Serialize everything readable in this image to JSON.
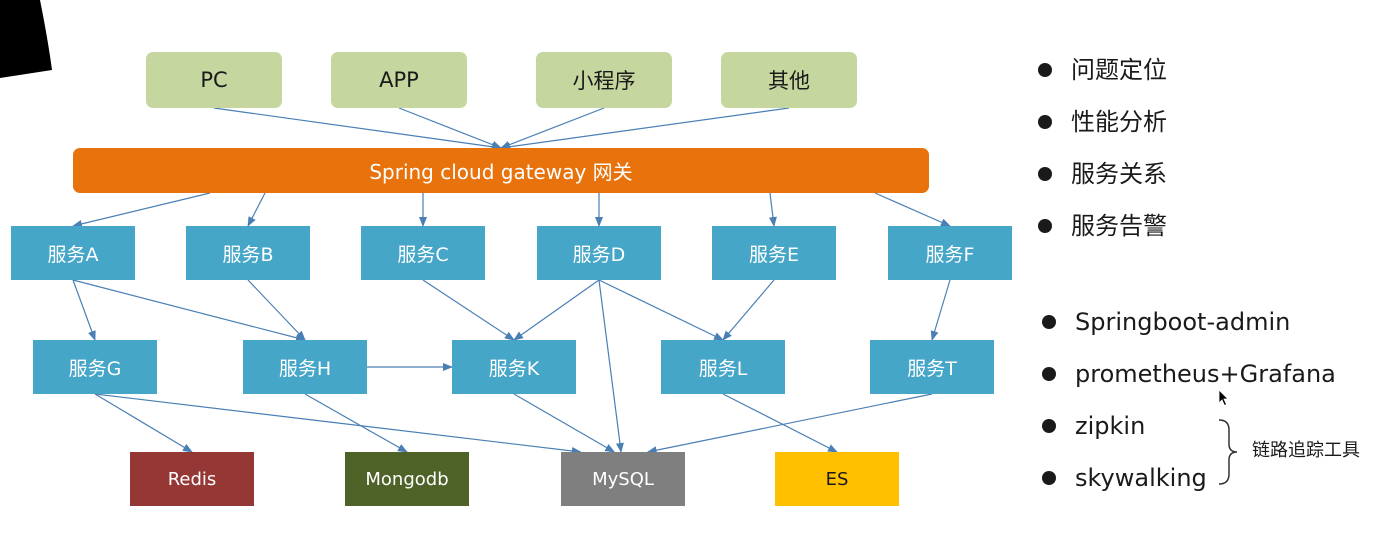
{
  "clients": [
    {
      "id": "pc",
      "label": "PC"
    },
    {
      "id": "app",
      "label": "APP"
    },
    {
      "id": "miniprogram",
      "label": "小程序"
    },
    {
      "id": "other",
      "label": "其他"
    }
  ],
  "gateway": {
    "label": "Spring cloud gateway 网关"
  },
  "services_top": [
    {
      "id": "a",
      "label": "服务A"
    },
    {
      "id": "b",
      "label": "服务B"
    },
    {
      "id": "c",
      "label": "服务C"
    },
    {
      "id": "d",
      "label": "服务D"
    },
    {
      "id": "e",
      "label": "服务E"
    },
    {
      "id": "f",
      "label": "服务F"
    }
  ],
  "services_mid": [
    {
      "id": "g",
      "label": "服务G"
    },
    {
      "id": "h",
      "label": "服务H"
    },
    {
      "id": "k",
      "label": "服务K"
    },
    {
      "id": "l",
      "label": "服务L"
    },
    {
      "id": "t",
      "label": "服务T"
    }
  ],
  "stores": [
    {
      "id": "redis",
      "label": "Redis",
      "color": "#953735"
    },
    {
      "id": "mongodb",
      "label": "Mongodb",
      "color": "#4f6228"
    },
    {
      "id": "mysql",
      "label": "MySQL",
      "color": "#7f7f7f"
    },
    {
      "id": "es",
      "label": "ES",
      "color": "#ffc000"
    }
  ],
  "colors": {
    "client": "#c5d79f",
    "gateway": "#e8720c",
    "service": "#46a6c8",
    "edge": "#4a7fb5"
  },
  "edges": [
    [
      "pc",
      "gateway"
    ],
    [
      "app",
      "gateway"
    ],
    [
      "miniprogram",
      "gateway"
    ],
    [
      "other",
      "gateway"
    ],
    [
      "gateway",
      "a"
    ],
    [
      "gateway",
      "b"
    ],
    [
      "gateway",
      "c"
    ],
    [
      "gateway",
      "d"
    ],
    [
      "gateway",
      "e"
    ],
    [
      "gateway",
      "f"
    ],
    [
      "a",
      "g"
    ],
    [
      "a",
      "h"
    ],
    [
      "b",
      "h"
    ],
    [
      "c",
      "k"
    ],
    [
      "d",
      "k"
    ],
    [
      "d",
      "l"
    ],
    [
      "d",
      "mysql"
    ],
    [
      "e",
      "l"
    ],
    [
      "f",
      "t"
    ],
    [
      "h",
      "k"
    ],
    [
      "g",
      "redis"
    ],
    [
      "g",
      "mysql"
    ],
    [
      "h",
      "mongodb"
    ],
    [
      "k",
      "mysql"
    ],
    [
      "l",
      "es"
    ],
    [
      "t",
      "mysql"
    ]
  ],
  "concerns": [
    "问题定位",
    "性能分析",
    "服务关系",
    "服务告警"
  ],
  "tools": [
    "Springboot-admin",
    "prometheus+Grafana",
    "zipkin",
    "skywalking"
  ],
  "tools_brace_label": "链路追踪工具"
}
